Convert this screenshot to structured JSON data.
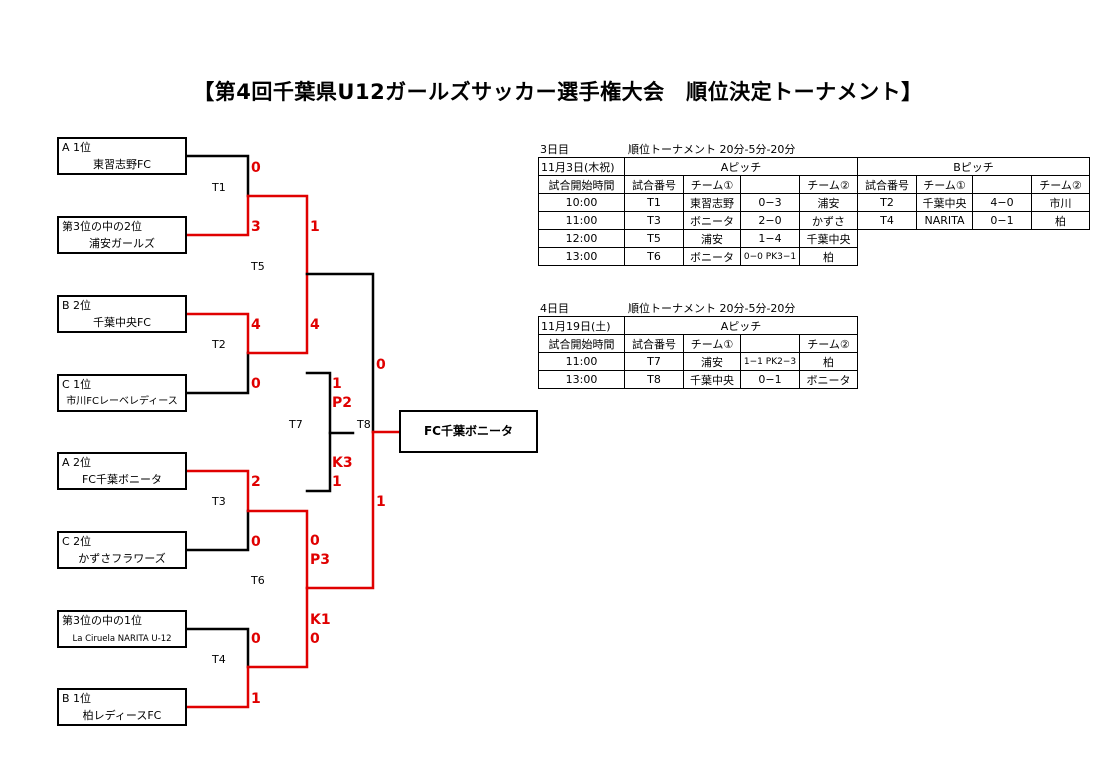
{
  "title": "【第4回千葉県U12ガールズサッカー選手権大会　順位決定トーナメント】",
  "teams": [
    {
      "seed": "A  1位",
      "name": "東習志野FC"
    },
    {
      "seed": "第3位の中の2位",
      "name": "浦安ガールズ"
    },
    {
      "seed": "B  2位",
      "name": "千葉中央FC"
    },
    {
      "seed": "C  1位",
      "name": "市川FCレーベレディース"
    },
    {
      "seed": "A  2位",
      "name": "FC千葉ボニータ"
    },
    {
      "seed": "C  2位",
      "name": "かずさフラワーズ"
    },
    {
      "seed": "第3位の中の1位",
      "name": "La Ciruela NARITA  U-12"
    },
    {
      "seed": "B  1位",
      "name": "柏レディースFC"
    }
  ],
  "match_labels": [
    "T1",
    "T2",
    "T3",
    "T4",
    "T5",
    "T6",
    "T7",
    "T8"
  ],
  "scores": {
    "t1_top": "0",
    "t1_bot": "3",
    "t2_top": "4",
    "t2_bot": "0",
    "t3_top": "2",
    "t3_bot": "0",
    "t4_top": "0",
    "t4_bot": "1",
    "t5_top": "1",
    "t5_bot": "4",
    "t6_top": "0",
    "t6_top_pk": "P3",
    "t6_bot_pk": "K1",
    "t6_bot": "0",
    "t7_top": "1",
    "t7_top_pk": "P2",
    "t7_bot_pk": "K3",
    "t7_bot": "1",
    "t8_top": "0",
    "t8_bot": "1"
  },
  "champion": "FC千葉ボニータ",
  "colors": {
    "winner_line": "#e00000",
    "line": "#000000"
  },
  "day3": {
    "label": "3日目",
    "desc": "順位トーナメント  20分-5分-20分",
    "date": "11月3日(木祝)",
    "pitch_a": "Aピッチ",
    "pitch_b": "Bピッチ",
    "headers": [
      "試合開始時間",
      "試合番号",
      "チーム①",
      "",
      "チーム②",
      "試合番号",
      "チーム①",
      "",
      "チーム②"
    ],
    "rows": [
      [
        "10:00",
        "T1",
        "東習志野",
        "0−3",
        "浦安",
        "T2",
        "千葉中央",
        "4−0",
        "市川"
      ],
      [
        "11:00",
        "T3",
        "ボニータ",
        "2−0",
        "かずさ",
        "T4",
        "NARITA",
        "0−1",
        "柏"
      ],
      [
        "12:00",
        "T5",
        "浦安",
        "1−4",
        "千葉中央"
      ],
      [
        "13:00",
        "T6",
        "ボニータ",
        "0−0 PK3−1",
        "柏"
      ]
    ]
  },
  "day4": {
    "label": "4日目",
    "desc": "順位トーナメント  20分-5分-20分",
    "date": "11月19日(土)",
    "pitch_a": "Aピッチ",
    "headers": [
      "試合開始時間",
      "試合番号",
      "チーム①",
      "",
      "チーム②"
    ],
    "rows": [
      [
        "11:00",
        "T7",
        "浦安",
        "1−1 PK2−3",
        "柏"
      ],
      [
        "13:00",
        "T8",
        "千葉中央",
        "0−1",
        "ボニータ"
      ]
    ]
  }
}
